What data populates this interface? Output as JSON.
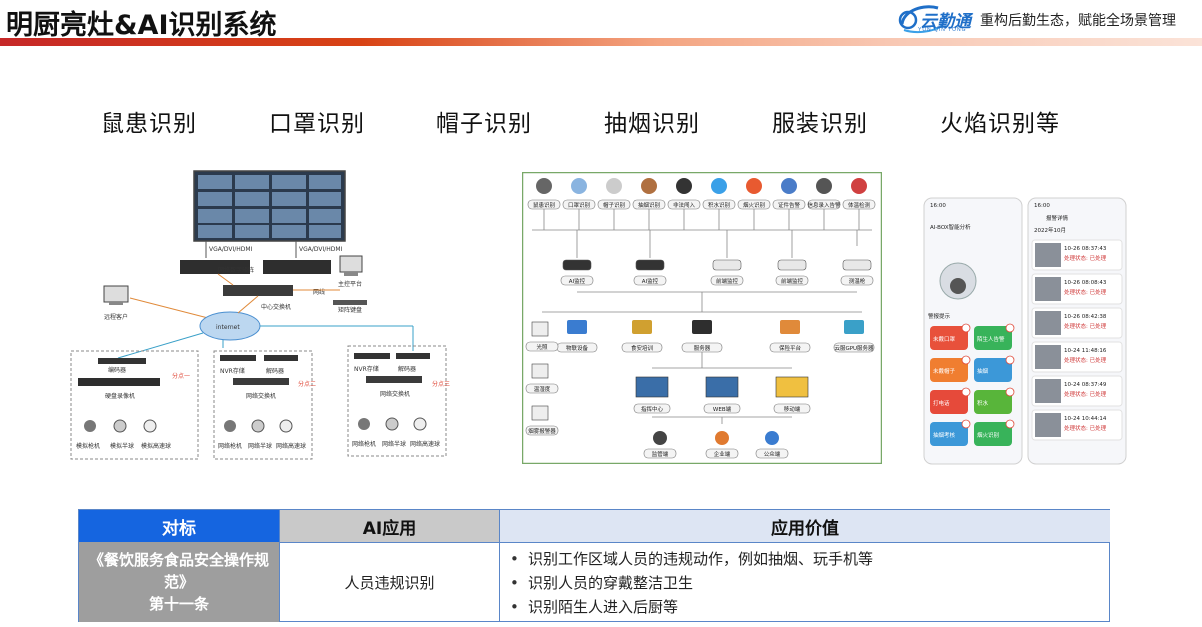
{
  "header": {
    "title": "明厨亮灶&AI识别系统",
    "logo_text": "云勤通",
    "logo_sub": "YUN QIN TONG",
    "slogan": "重构后勤生态，赋能全场景管理"
  },
  "features": [
    "鼠患识别",
    "口罩识别",
    "帽子识别",
    "抽烟识别",
    "服装识别",
    "火焰识别等"
  ],
  "network_diagram": {
    "monitor_output_1": "VGA/DVI/HDMI",
    "monitor_output_2": "VGA/DVI/HDMI",
    "matrix": "网络数字矩阵",
    "platform": "主控平台",
    "keyboard": "矩阵键盘",
    "switch": "中心交换机",
    "network": "网线",
    "remote": "远程客户",
    "internet": "internet",
    "branch1_recorder": "硬盘录像机",
    "branch1_encoder": "编码器",
    "branch1_tag": "分点一",
    "branch1_cams": [
      "模拟枪机",
      "模拟半球",
      "模拟高速球"
    ],
    "branch2_nvr": "NVR存储",
    "branch2_decoder": "解码器",
    "branch2_switch": "网络交换机",
    "branch2_tag": "分点二",
    "branch2_cams": [
      "网络枪机",
      "网络半球",
      "网络高速球"
    ],
    "branch3_nvr": "NVR存储",
    "branch3_decoder": "解码器",
    "branch3_switch": "网络交换机",
    "branch3_tag": "分点三",
    "branch3_cams": [
      "网络枪机",
      "网络半球",
      "网络高速球"
    ]
  },
  "ai_diagram": {
    "detect_items": [
      "鼠患识别",
      "口罩识别",
      "帽子识别",
      "抽烟识别",
      "非法闯入",
      "积水识别",
      "烟火识别",
      "证件告警",
      "信息录入告警",
      "体温检测"
    ],
    "cameras": [
      "AI监控",
      "AI监控",
      "前端监控",
      "前端监控",
      "测温枪"
    ],
    "left_side": [
      "光照",
      "温湿度",
      "烟雾报警器"
    ],
    "middle_row": [
      "物联设备",
      "食安培训",
      "服务器",
      "保险平台",
      "云服GPU服务器"
    ],
    "terminals": [
      "指挥中心",
      "WEB端",
      "移动端"
    ],
    "users": [
      "监管端",
      "企业端",
      "公众端"
    ]
  },
  "phone_screens": {
    "left_title": "AI-BOX智能分析",
    "left_section": "警报提示",
    "right_title": "报警详情",
    "right_filter": "2022年10月",
    "time": "16:00",
    "tiles": [
      "未戴口罩",
      "陌生人告警",
      "未戴帽子",
      "抽烟",
      "打电话",
      "积水",
      "抽烟考核",
      "烟火识别"
    ],
    "tile_colors": [
      "#e8513b",
      "#38b35a",
      "#f07e30",
      "#3c98d8",
      "#e64a3a",
      "#58b53a",
      "#3c98d8",
      "#38b35a"
    ],
    "list_times": [
      "10-26 08:37:43",
      "10-26 08:08:43",
      "10-26 08:42:38",
      "10-24 11:48:16",
      "10-24 08:37:49",
      "10-24 10:44:14"
    ],
    "list_status": "处理状态: 已处理"
  },
  "table": {
    "headers": [
      "对标",
      "AI应用",
      "应用价值"
    ],
    "standard": "《餐饮服务食品安全操作规范》",
    "clause": "第十一条",
    "application": "人员违规识别",
    "values": [
      "识别工作区域人员的违规动作，例如抽烟、玩手机等",
      "识别人员的穿戴整洁卫生",
      "识别陌生人进入后厨等"
    ]
  },
  "colors": {
    "accent_blue": "#1565e0",
    "header_red": "#c62828",
    "table_border": "#5a86c8",
    "ai_green": "#78a868"
  }
}
